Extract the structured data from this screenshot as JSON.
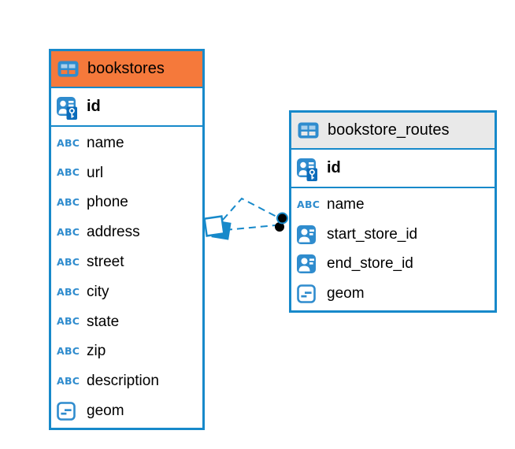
{
  "diagram": {
    "tables": [
      {
        "name": "bookstores",
        "icon": "table-grid-icon",
        "header_color": "#F5793B",
        "primary_key": {
          "name": "id",
          "icon": "primary-key-icon"
        },
        "columns": [
          {
            "name": "name",
            "icon": "text-type-icon"
          },
          {
            "name": "url",
            "icon": "text-type-icon"
          },
          {
            "name": "phone",
            "icon": "text-type-icon"
          },
          {
            "name": "address",
            "icon": "text-type-icon"
          },
          {
            "name": "street",
            "icon": "text-type-icon"
          },
          {
            "name": "city",
            "icon": "text-type-icon"
          },
          {
            "name": "state",
            "icon": "text-type-icon"
          },
          {
            "name": "zip",
            "icon": "text-type-icon"
          },
          {
            "name": "description",
            "icon": "text-type-icon"
          },
          {
            "name": "geom",
            "icon": "geometry-type-icon"
          }
        ]
      },
      {
        "name": "bookstore_routes",
        "icon": "table-grid-icon",
        "header_color": "#E9E9E9",
        "primary_key": {
          "name": "id",
          "icon": "primary-key-icon"
        },
        "columns": [
          {
            "name": "name",
            "icon": "text-type-icon"
          },
          {
            "name": "start_store_id",
            "icon": "foreign-key-icon"
          },
          {
            "name": "end_store_id",
            "icon": "foreign-key-icon"
          },
          {
            "name": "geom",
            "icon": "geometry-type-icon"
          }
        ]
      }
    ],
    "relationships": [
      {
        "between": [
          "bookstores",
          "bookstore_routes"
        ],
        "line_style": "dashed",
        "route": "bent",
        "left_marker": "overlapping-squares",
        "right_marker": "black-dot"
      },
      {
        "between": [
          "bookstores",
          "bookstore_routes"
        ],
        "line_style": "dashed",
        "route": "straight",
        "left_marker": "overlapping-squares",
        "right_marker": "black-dot"
      }
    ],
    "icons": {
      "text_type_label": "ABC"
    },
    "colors": {
      "accent_blue": "#1789CA",
      "icon_blue": "#2F8CCE",
      "icon_cell_light": "#A9D0EC",
      "key_panel_blue": "#0B6CBB",
      "header_orange": "#F5793B",
      "header_gray": "#E9E9E9",
      "connector_dot": "#000000"
    }
  }
}
